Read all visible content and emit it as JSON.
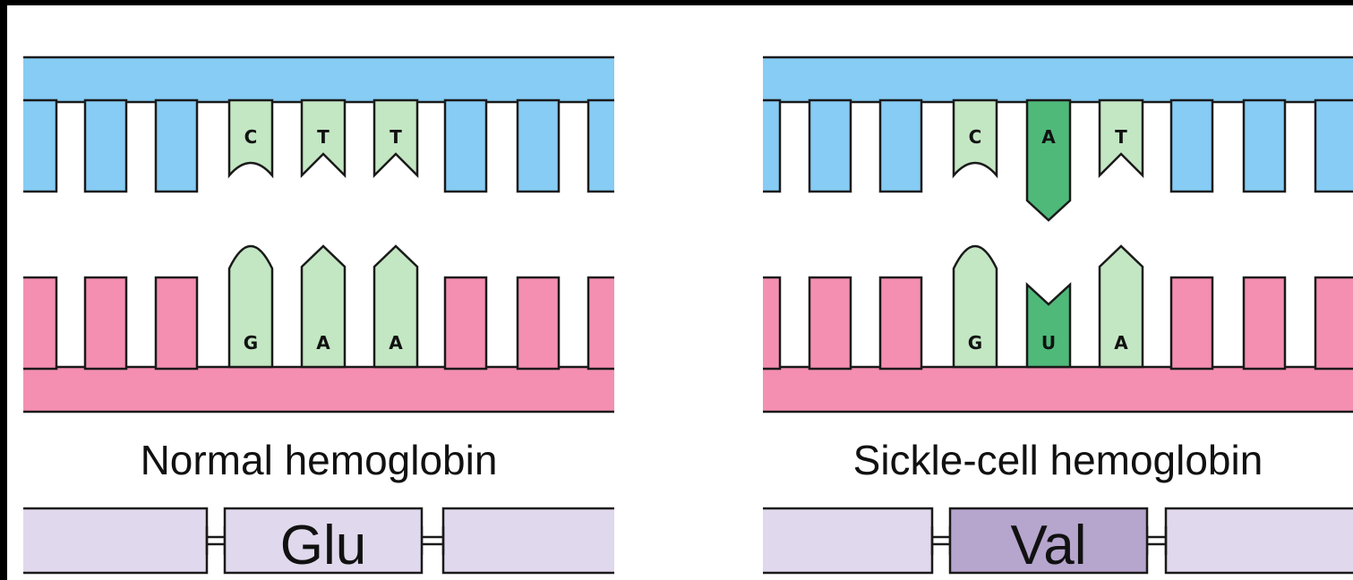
{
  "colors": {
    "dna_blue": "#86CCF4",
    "dna_pink": "#F48FB1",
    "base_light": "#C3E6C3",
    "base_dark": "#4FB97A",
    "protein_light": "#E0D8EC",
    "protein_dark": "#B6A5CD",
    "outline": "#1a1a1a"
  },
  "panels": [
    {
      "caption": "Normal hemoglobin",
      "top_bases": [
        {
          "letter": "C",
          "shape": "round",
          "highlight": false
        },
        {
          "letter": "T",
          "shape": "notch",
          "highlight": false
        },
        {
          "letter": "T",
          "shape": "notch",
          "highlight": false
        }
      ],
      "bottom_bases": [
        {
          "letter": "G",
          "shape": "round",
          "highlight": false
        },
        {
          "letter": "A",
          "shape": "point",
          "highlight": false
        },
        {
          "letter": "A",
          "shape": "point",
          "highlight": false
        }
      ],
      "amino_acid": {
        "label": "Glu",
        "highlight": false
      }
    },
    {
      "caption": "Sickle-cell hemoglobin",
      "top_bases": [
        {
          "letter": "C",
          "shape": "round",
          "highlight": false
        },
        {
          "letter": "A",
          "shape": "point",
          "highlight": true
        },
        {
          "letter": "T",
          "shape": "notch",
          "highlight": false
        }
      ],
      "bottom_bases": [
        {
          "letter": "G",
          "shape": "round",
          "highlight": false
        },
        {
          "letter": "U",
          "shape": "notch",
          "highlight": true
        },
        {
          "letter": "A",
          "shape": "point",
          "highlight": false
        }
      ],
      "amino_acid": {
        "label": "Val",
        "highlight": true
      }
    }
  ]
}
